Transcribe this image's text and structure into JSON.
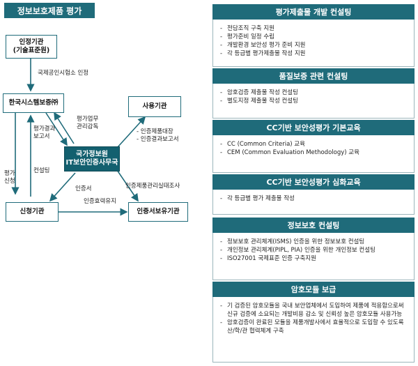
{
  "left": {
    "title": "정보보호제품 평가",
    "nodes": {
      "cert_org": [
        "인정기관",
        "(기술표준원)"
      ],
      "kssi": "한국시스템보증㈜",
      "user": "사용기관",
      "nis": [
        "국가정보원",
        "IT보안인증사무국"
      ],
      "applicant": "신청기관",
      "holder": "인증서보유기관"
    },
    "labels": {
      "intl_lab": "국제공인시험소 인정",
      "eval_report": [
        "평가결과",
        "보고서"
      ],
      "eval_mgmt": [
        "평가업무",
        "관리감독"
      ],
      "user_items": [
        "- 인증제품대장",
        "- 인증결과보고서"
      ],
      "eval_apply": [
        "평가",
        "신청"
      ],
      "consulting": "컨설팅",
      "certificate": "인증서",
      "status_survey": "인증제품관리실태조사",
      "validity": "인증효력유지"
    }
  },
  "sections": [
    {
      "title": "평가제출물 개발 컨설팅",
      "items": [
        "전담조직 구축 지원",
        "평가준비 일정 수립",
        "개발환경 보안성 평가 준비 지원",
        "각 등급별 평가제출물 작성 지원"
      ]
    },
    {
      "title": "품질보증 관련 컨설팅",
      "items": [
        "암호검증 제출물 작성 컨설팅",
        "별도지정 제출물 작성 컨설팅"
      ]
    },
    {
      "title": "CC기반 보안성평가 기본교육",
      "items": [
        "CC (Common Criteria) 교육",
        "CEM (Common Evaluation Methodology) 교육"
      ]
    },
    {
      "title": "CC기반 보안성평가 심화교육",
      "items": [
        "각 등급별 평가 제출물 작성"
      ]
    },
    {
      "title": "정보보호 컨설팅",
      "items": [
        "정보보호 관리체계(ISMS) 인증을 위한 정보보호 컨설팅",
        "개인정보 관리체계(PIPL, PIA) 인증을 위한 개인정보 컨설팅",
        "ISO27001 국제표준 인증 구축지원"
      ]
    },
    {
      "title": "암호모듈 보급",
      "items": [
        "기 검증된 암호모듈을 국내 보안업체에서 도입하여 제품에 적용함으로써 신규 검증에 소요되는 개발비용 감소 및 신뢰성 높은 암호모듈 사용가능",
        "암호검증이 완료된 모듈을 제품개발사에서 효율적으로 도입할 수 있도록 산/학/관 협력체계 구축"
      ]
    }
  ],
  "colors": {
    "accent": "#1f6b7a",
    "center": "#13606f"
  }
}
